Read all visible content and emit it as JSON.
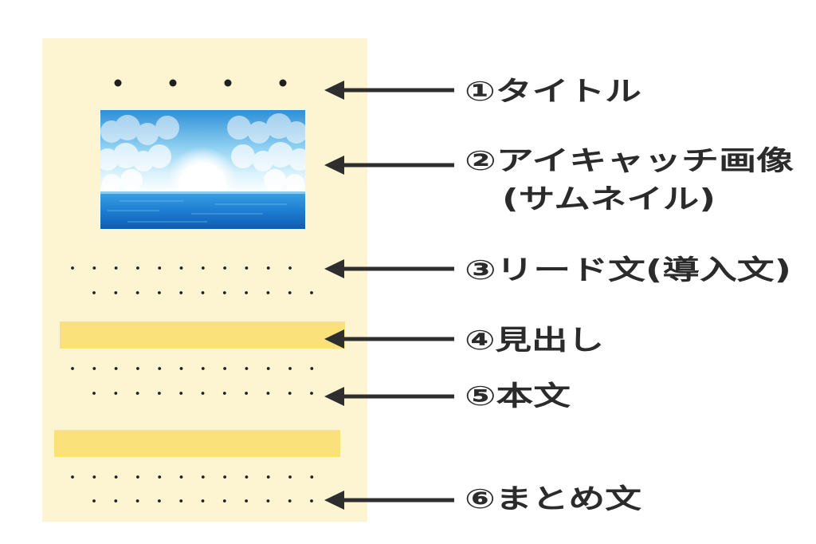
{
  "colors": {
    "page_bg": "#fdf4d2",
    "heading_bar": "#fbe17a",
    "dot": "#1f1f1f",
    "arrow": "#2e2e2e",
    "text": "#2b2b2b",
    "sky_top": "#3a9ad9",
    "sky_light": "#bfe6f7",
    "sea_top": "#2a8ed8",
    "sea_bottom": "#0c5fb8"
  },
  "thumbnail": {
    "icon": "sky-and-sea-thumbnail-icon"
  },
  "labels": {
    "title": "①タイトル",
    "eyecatch_line1": "②アイキャッチ画像",
    "eyecatch_line2": "(サムネイル)",
    "lead": "③リード文(導入文)",
    "heading": "④見出し",
    "body": "⑤本文",
    "summary": "⑥まとめ文"
  }
}
